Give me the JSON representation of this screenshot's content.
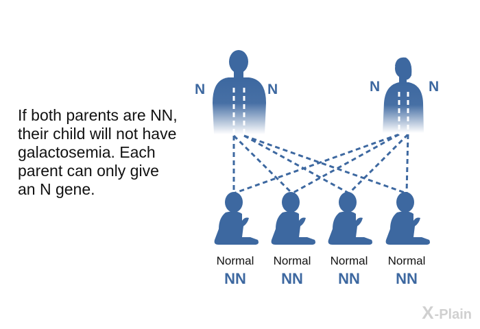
{
  "explanation": {
    "lines": [
      "If both parents are NN,",
      "their child will not have",
      "galactosemia. Each",
      "parent can only give",
      "an N gene."
    ]
  },
  "parents": [
    {
      "alleles": [
        "N",
        "N"
      ]
    },
    {
      "alleles": [
        "N",
        "N"
      ]
    }
  ],
  "children": [
    {
      "label": "Normal",
      "genotype": "NN"
    },
    {
      "label": "Normal",
      "genotype": "NN"
    },
    {
      "label": "Normal",
      "genotype": "NN"
    },
    {
      "label": "Normal",
      "genotype": "NN"
    }
  ],
  "logo": {
    "mark": "X",
    "text": "-Plain"
  },
  "colors": {
    "figure": "#3d68a0",
    "line": "#3d68a0",
    "text": "#111111",
    "logo": "#d0d0d0"
  }
}
